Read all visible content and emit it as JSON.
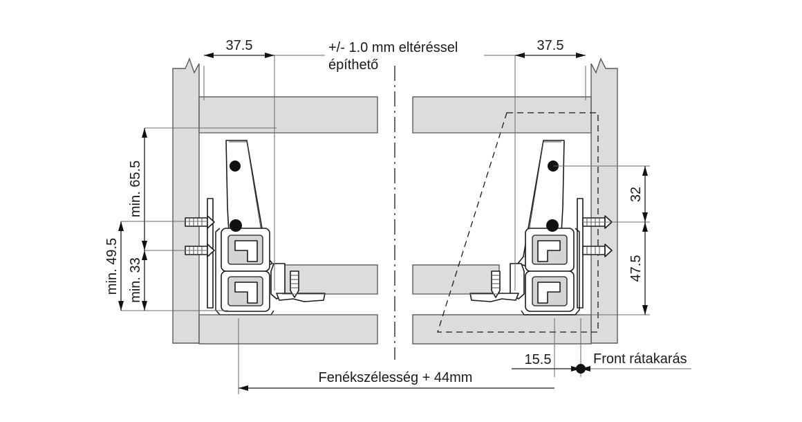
{
  "drawing": {
    "title": "Drawer slide mounting technical drawing",
    "language": "hu",
    "background_color": "#ffffff",
    "line_color": "#1a1a1a",
    "panel_color": "#dcdcdc"
  },
  "notes": {
    "tolerance_line1": "+/- 1.0 mm eltéréssel",
    "tolerance_line2": "építhető",
    "front_overlay": "Front rátakarás"
  },
  "dimensions": {
    "top_left_37_5": "37.5",
    "top_right_37_5": "37.5",
    "left_min_65_5": "min. 65.5",
    "left_min_49_5": "min. 49.5",
    "left_min_33": "min. 33",
    "right_32": "32",
    "right_47_5": "47.5",
    "bottom_15_5": "15.5",
    "bottom_width": "Fenékszélesség + 44mm"
  }
}
